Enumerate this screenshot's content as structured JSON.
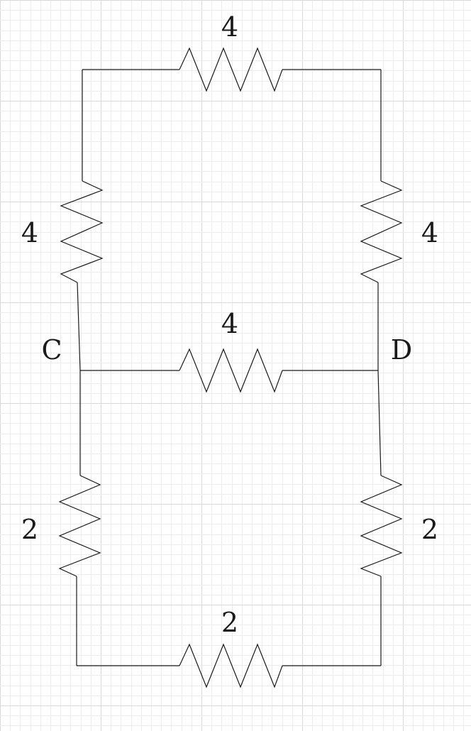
{
  "colors": {
    "background": "#ffffff",
    "grid_minor": "#ececec",
    "grid_major": "#d8d8d8",
    "ink": "#1a1a1a"
  },
  "resistors": [
    {
      "id": "top",
      "value": "4"
    },
    {
      "id": "upper-left",
      "value": "4"
    },
    {
      "id": "upper-right",
      "value": "4"
    },
    {
      "id": "middle",
      "value": "4"
    },
    {
      "id": "lower-left",
      "value": "2"
    },
    {
      "id": "lower-right",
      "value": "2"
    },
    {
      "id": "bottom",
      "value": "2"
    }
  ],
  "nodes": {
    "c": "C",
    "d": "D"
  }
}
